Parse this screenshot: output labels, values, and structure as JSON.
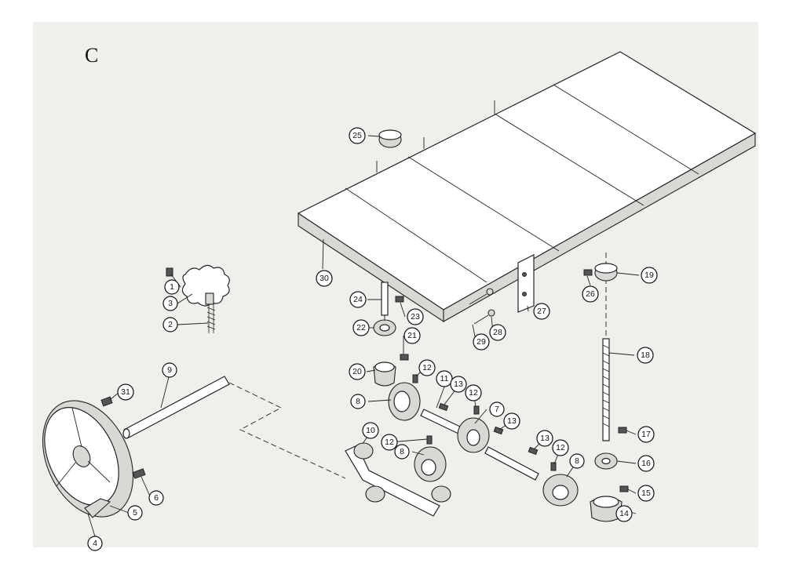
{
  "page_letter": "C",
  "callouts": [
    {
      "label": "1"
    },
    {
      "label": "2"
    },
    {
      "label": "3"
    },
    {
      "label": "4"
    },
    {
      "label": "5"
    },
    {
      "label": "6"
    },
    {
      "label": "7"
    },
    {
      "label": "8"
    },
    {
      "label": "8"
    },
    {
      "label": "8"
    },
    {
      "label": "9"
    },
    {
      "label": "10"
    },
    {
      "label": "11"
    },
    {
      "label": "12"
    },
    {
      "label": "12"
    },
    {
      "label": "12"
    },
    {
      "label": "12"
    },
    {
      "label": "13"
    },
    {
      "label": "13"
    },
    {
      "label": "13"
    },
    {
      "label": "14"
    },
    {
      "label": "15"
    },
    {
      "label": "16"
    },
    {
      "label": "17"
    },
    {
      "label": "18"
    },
    {
      "label": "19"
    },
    {
      "label": "20"
    },
    {
      "label": "21"
    },
    {
      "label": "22"
    },
    {
      "label": "23"
    },
    {
      "label": "24"
    },
    {
      "label": "25"
    },
    {
      "label": "26"
    },
    {
      "label": "27"
    },
    {
      "label": "28"
    },
    {
      "label": "29"
    },
    {
      "label": "30"
    },
    {
      "label": "31"
    }
  ]
}
